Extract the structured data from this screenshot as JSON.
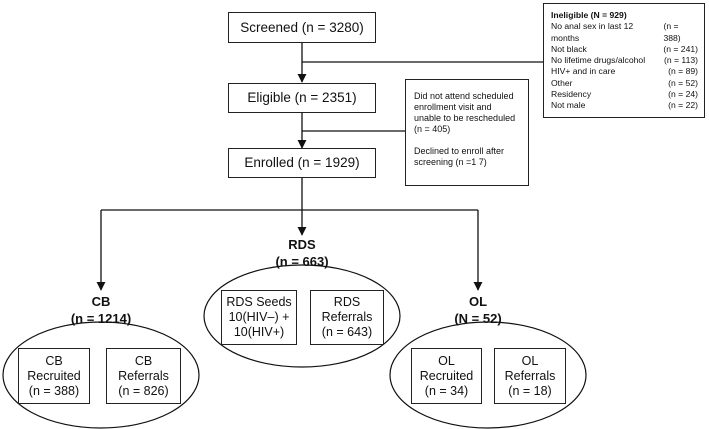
{
  "flow": {
    "screened": "Screened (n = 3280)",
    "eligible": "Eligible (n = 2351)",
    "enrolled": "Enrolled (n = 1929)"
  },
  "ineligible": {
    "title": "Ineligible (N = 929)",
    "items": [
      {
        "label": "No anal sex in last 12 months",
        "count": "(n = 388)"
      },
      {
        "label": "Not black",
        "count": "(n = 241)"
      },
      {
        "label": "No lifetime drugs/alcohol",
        "count": "(n = 113)"
      },
      {
        "label": "HIV+ and in care",
        "count": "(n = 89)"
      },
      {
        "label": "Other",
        "count": "(n = 52)"
      },
      {
        "label": "Residency",
        "count": "(n = 24)"
      },
      {
        "label": "Not male",
        "count": "(n = 22)"
      }
    ]
  },
  "not_enrolled": {
    "line1": "Did not attend scheduled enrollment visit and unable to be rescheduled (n = 405)",
    "line2": "Declined to enroll after screening (n =1 7)"
  },
  "groups": {
    "cb": {
      "name": "CB",
      "n": "(n = 1214)",
      "left_line1": "CB",
      "left_line2": "Recruited",
      "left_line3": "(n = 388)",
      "right_line1": "CB",
      "right_line2": "Referrals",
      "right_line3": "(n = 826)"
    },
    "rds": {
      "name": "RDS",
      "n": "(n = 663)",
      "left_line1": "RDS Seeds",
      "left_line2": "10(HIV–) +",
      "left_line3": "10(HIV+)",
      "right_line1": "RDS",
      "right_line2": "Referrals",
      "right_line3": "(n = 643)"
    },
    "ol": {
      "name": "OL",
      "n": "(N = 52)",
      "left_line1": "OL",
      "left_line2": "Recruited",
      "left_line3": "(n = 34)",
      "right_line1": "OL",
      "right_line2": "Referrals",
      "right_line3": "(n = 18)"
    }
  }
}
